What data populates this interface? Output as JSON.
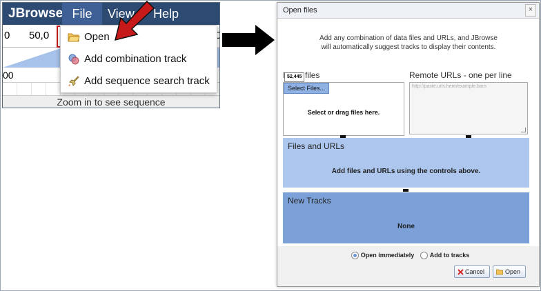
{
  "jbrowse": {
    "brand": "JBrowse",
    "menus": [
      "File",
      "View",
      "Help"
    ],
    "ruler_left": "0",
    "ruler_mid": "50,0",
    "ruler_right": ",0",
    "tick_left": "00",
    "zoom_message": "Zoom in to see sequence",
    "file_menu": [
      {
        "label": "Open",
        "icon": "folder-icon"
      },
      {
        "label": "Add combination track",
        "icon": "combination-icon"
      },
      {
        "label": "Add sequence search track",
        "icon": "rocket-icon"
      }
    ]
  },
  "dialog": {
    "title": "Open files",
    "close": "×",
    "intro_line1": "Add any combination of data files and URLs, and JBrowse",
    "intro_line2": "will automatically suggest tracks to display their contents.",
    "local_label": "Local files",
    "tooltip": "52,445",
    "select_button": "Select Files...",
    "drop_text": "Select or drag files here.",
    "remote_label": "Remote URLs - one per line",
    "remote_placeholder": "http://paste.urls.here/example.bam",
    "files_title": "Files and URLs",
    "files_message": "Add files and URLs using the controls above.",
    "new_tracks_title": "New Tracks",
    "new_tracks_message": "None",
    "radio_open": "Open immediately",
    "radio_add": "Add to tracks",
    "cancel_label": "Cancel",
    "open_label": "Open"
  },
  "colors": {
    "navbar": "#2d4a73",
    "arrow_red": "#c61a1a",
    "files_area": "#adc6ed",
    "new_tracks_area": "#7ba1d8"
  }
}
